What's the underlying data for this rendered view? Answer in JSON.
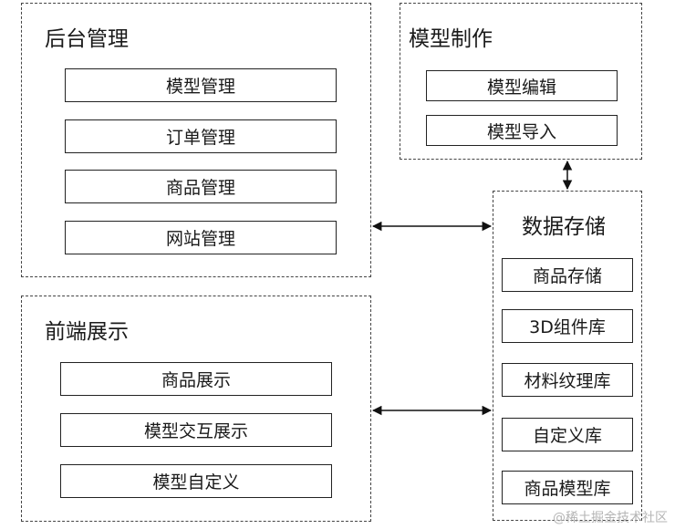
{
  "backend": {
    "title": "后台管理",
    "items": [
      "模型管理",
      "订单管理",
      "商品管理",
      "网站管理"
    ]
  },
  "model_creation": {
    "title": "模型制作",
    "items": [
      "模型编辑",
      "模型导入"
    ]
  },
  "frontend": {
    "title": "前端展示",
    "items": [
      "商品展示",
      "模型交互展示",
      "模型自定义"
    ]
  },
  "storage": {
    "title": "数据存储",
    "items": [
      "商品存储",
      "3D组件库",
      "材料纹理库",
      "自定义库",
      "商品模型库"
    ]
  },
  "watermark": "@稀土掘金技术社区"
}
